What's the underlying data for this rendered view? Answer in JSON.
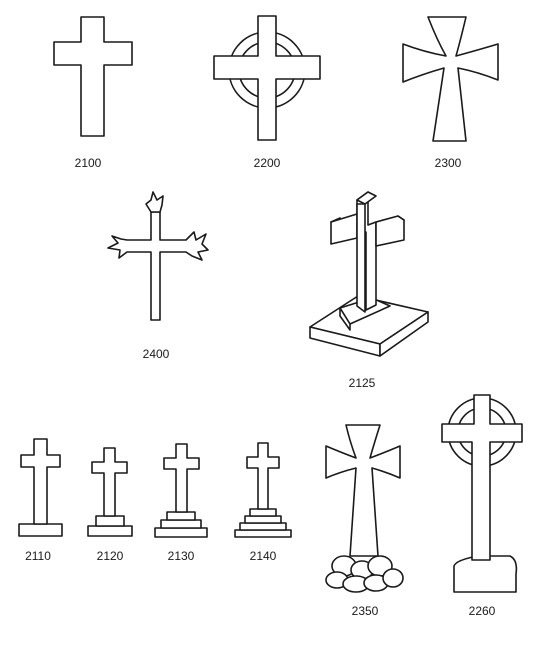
{
  "catalog": {
    "items": [
      {
        "code": "2100"
      },
      {
        "code": "2200"
      },
      {
        "code": "2300"
      },
      {
        "code": "2400"
      },
      {
        "code": "2125"
      },
      {
        "code": "2110"
      },
      {
        "code": "2120"
      },
      {
        "code": "2130"
      },
      {
        "code": "2140"
      },
      {
        "code": "2350"
      },
      {
        "code": "2260"
      }
    ]
  },
  "colors": {
    "line": "#1a1a1a",
    "background": "#ffffff"
  }
}
